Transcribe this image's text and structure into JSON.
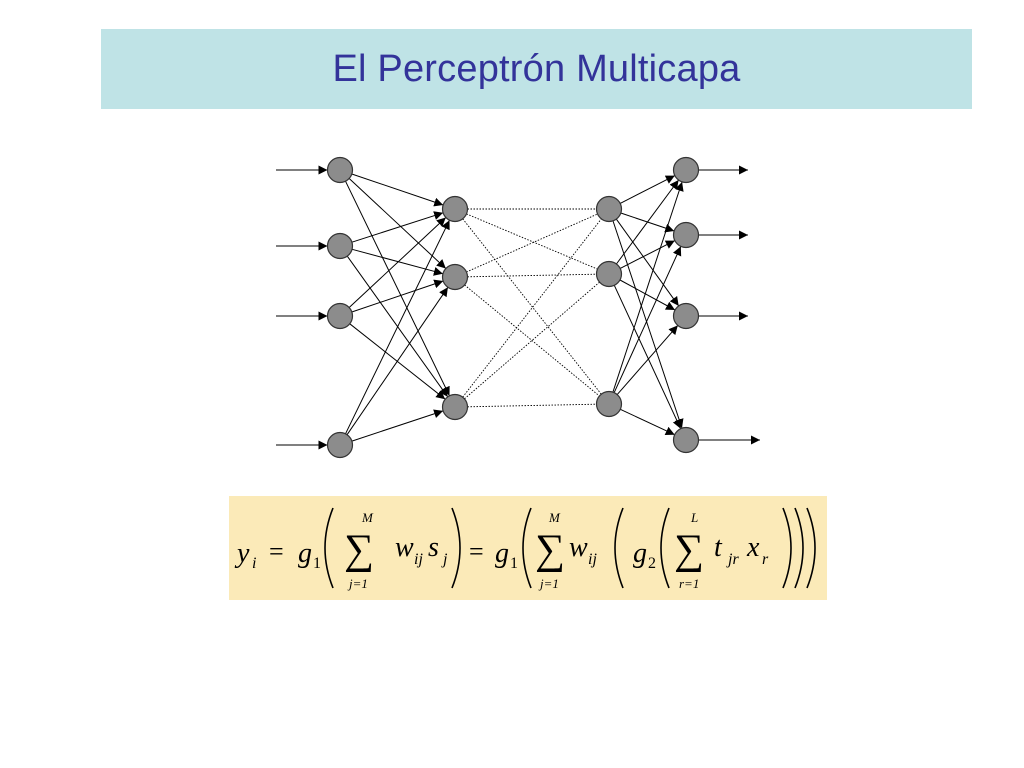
{
  "slide": {
    "title": "El Perceptrón Multicapa"
  },
  "network": {
    "node_fill": "#8c8c8c",
    "node_stroke": "#333333",
    "layers": [
      {
        "name": "input",
        "nodes": 4
      },
      {
        "name": "hidden-1",
        "nodes": 3
      },
      {
        "name": "hidden-2",
        "nodes": 3
      },
      {
        "name": "output",
        "nodes": 4
      }
    ],
    "connections": [
      {
        "from": "input",
        "to": "hidden-1",
        "style": "solid"
      },
      {
        "from": "hidden-1",
        "to": "hidden-2",
        "style": "dotted"
      },
      {
        "from": "hidden-2",
        "to": "output",
        "style": "solid"
      }
    ],
    "input_arrows": 4,
    "output_arrows": 4
  },
  "formula": {
    "background": "#fbeab8",
    "tokens": {
      "y": "y",
      "y_sub": "i",
      "eq": "=",
      "g": "g",
      "one": "1",
      "two": "2",
      "sigma": "∑",
      "M": "M",
      "L": "L",
      "j_eq_1": "j=1",
      "r_eq_1": "r=1",
      "w": "w",
      "w_sub": "ij",
      "s": "s",
      "s_sub": "j",
      "t": "t",
      "t_sub": "jr",
      "x": "x",
      "x_sub": "r"
    }
  }
}
